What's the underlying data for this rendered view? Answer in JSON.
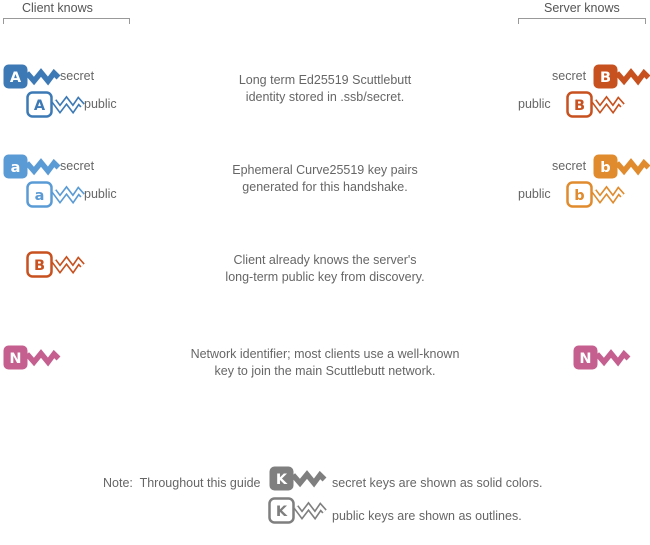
{
  "headers": {
    "client": "Client knows",
    "server": "Server knows"
  },
  "labels": {
    "secret": "secret",
    "public": "public"
  },
  "colors": {
    "client_longterm": "#3d7ab5",
    "client_ephemeral": "#5b9bd5",
    "server_longterm": "#c7511f",
    "server_ephemeral": "#e08b2d",
    "network": "#c45f8f",
    "note_key": "#7f7f7f",
    "text": "#666666",
    "header_text": "#555555",
    "bracket": "#999999"
  },
  "rows": {
    "identity": {
      "line1": "Long term Ed25519 Scuttlebutt",
      "line2": "identity stored in .ssb/secret.",
      "client_letter": "A",
      "server_letter": "B"
    },
    "ephemeral": {
      "line1": "Ephemeral Curve25519 key pairs",
      "line2": "generated for this handshake.",
      "client_letter": "a",
      "server_letter": "b"
    },
    "server_pubkey": {
      "line1": "Client already knows the server's",
      "line2": "long-term public key from discovery.",
      "letter": "B"
    },
    "network": {
      "line1": "Network identifier; most clients use a well-known",
      "line2": "key to join the main Scuttlebutt network.",
      "letter": "N"
    }
  },
  "note": {
    "prefix": "Note:  Throughout this guide",
    "letter": "K",
    "secret_text": "secret keys are shown as solid colors.",
    "public_text": "public keys are shown as outlines."
  }
}
